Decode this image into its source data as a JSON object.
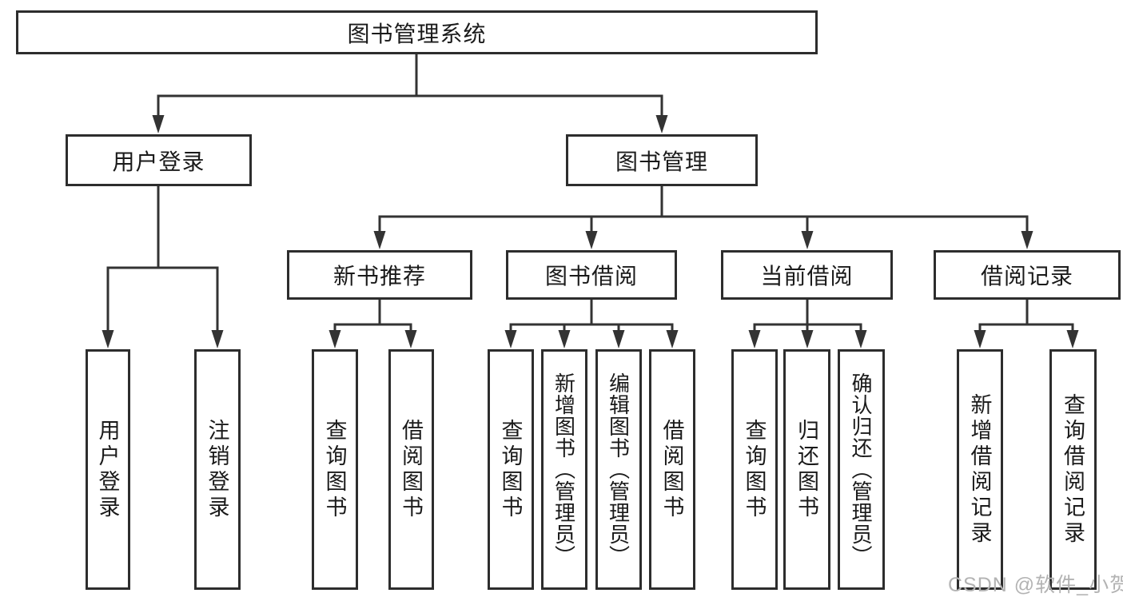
{
  "colors": {
    "line": "#333333",
    "border": "#2d2d2d",
    "text": "#1a1a1a",
    "watermark": "#b3b3b3",
    "background": "#ffffff"
  },
  "watermark": {
    "text": "CSDN @软件_小贺同学"
  },
  "tree": {
    "label": "图书管理系统",
    "children": [
      {
        "label": "用户登录",
        "children": [
          {
            "label": "用户登录"
          },
          {
            "label": "注销登录"
          }
        ]
      },
      {
        "label": "图书管理",
        "children": [
          {
            "label": "新书推荐",
            "children": [
              {
                "label": "查询图书"
              },
              {
                "label": "借阅图书"
              }
            ]
          },
          {
            "label": "图书借阅",
            "children": [
              {
                "label": "查询图书"
              },
              {
                "label": "新增图书（管理员）"
              },
              {
                "label": "编辑图书（管理员）"
              },
              {
                "label": "借阅图书"
              }
            ]
          },
          {
            "label": "当前借阅",
            "children": [
              {
                "label": "查询图书"
              },
              {
                "label": "归还图书"
              },
              {
                "label": "确认归还（管理员）"
              }
            ]
          },
          {
            "label": "借阅记录",
            "children": [
              {
                "label": "新增借阅记录"
              },
              {
                "label": "查询借阅记录"
              }
            ]
          }
        ]
      }
    ]
  }
}
